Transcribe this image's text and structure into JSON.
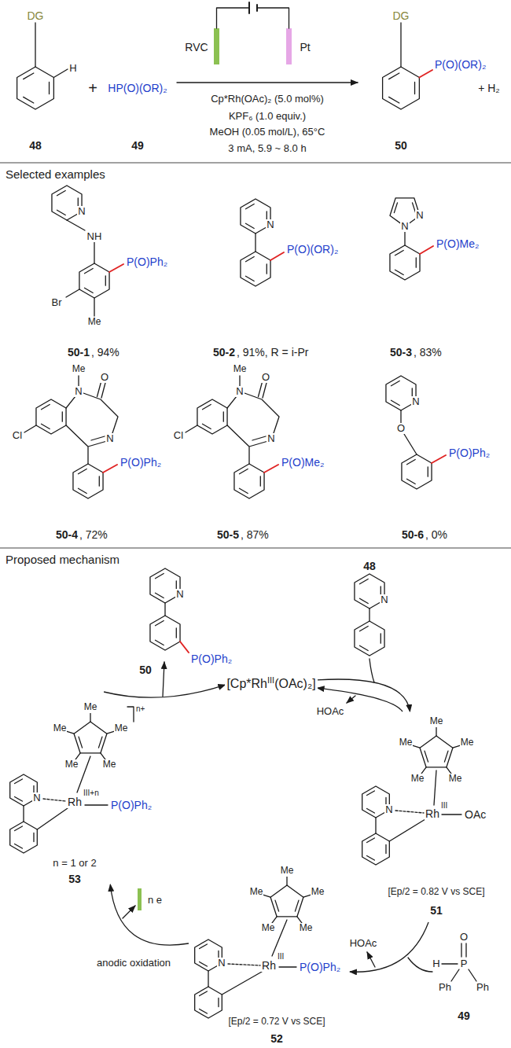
{
  "diagram": {
    "nodes": [
      {
        "text": [
          "[Cp*Rh",
          "III",
          "(OAc)₂]"
        ]
      },
      {
        "text": [
          "Me",
          "Me",
          "Me",
          "Me",
          "Me",
          "N",
          "Rh",
          "III",
          "OAc",
          "[Ep/2 = 0.82 V vs SCE]",
          "51"
        ]
      },
      {
        "text": [
          "Me",
          "Me",
          "Me",
          "Me",
          "Me",
          "N",
          "Rh",
          "III",
          "P(O)Ph₂",
          "[Ep/2 = 0.72 V vs SCE]",
          "52"
        ]
      },
      {
        "text": [
          "Me",
          "Me",
          "Me",
          "Me",
          "Me",
          "n+",
          "N",
          "Rh",
          "III+n",
          "P(O)Ph₂",
          "n = 1 or 2",
          "53"
        ]
      }
    ],
    "edges": [
      {
        "from": 0,
        "to": 1,
        "arrow": "to"
      },
      {
        "from": 1,
        "to": 0,
        "arrow": "to"
      },
      {
        "from": 1,
        "to": 2,
        "arrow": "to"
      },
      {
        "from": 2,
        "to": 3,
        "arrow": "to"
      },
      {
        "from": 3,
        "to": 0,
        "arrow": "to"
      }
    ],
    "labels": [
      "DG",
      "H",
      "48",
      "+",
      "HP(O)(OR)₂",
      "49",
      "RVC",
      "Pt",
      "Cp*Rh(OAc)₂ (5.0 mol%)",
      "KPF₆ (1.0 equiv.)",
      "MeOH (0.05 mol/L), 65°C",
      "3 mA, 5.9 ~ 8.0 h",
      "DG",
      "P(O)(OR)₂",
      "+ H₂",
      "50",
      "Selected examples",
      "N",
      "NH",
      "P(O)Ph₂",
      "Br",
      "Me",
      "50-1",
      ", 94%",
      "N",
      "P(O)(OR)₂",
      "50-2",
      ", 91%, R = i-Pr",
      "N",
      "N",
      "P(O)Me₂",
      "50-3",
      ", 83%",
      "Me",
      "N",
      "O",
      "N",
      "Cl",
      "P(O)Ph₂",
      "50-4",
      ", 72%",
      "Me",
      "N",
      "O",
      "N",
      "Cl",
      "P(O)Me₂",
      "50-5",
      ", 87%",
      "N",
      "O",
      "P(O)Ph₂",
      "50-6",
      ", 0%",
      "Proposed mechanism",
      "N",
      "P(O)Ph₂",
      "50",
      "48",
      "N",
      "HOAc",
      "HOAc",
      "O",
      "H",
      "P",
      "Ph",
      "Ph",
      "49",
      "anodic oxidation",
      "n e"
    ]
  }
}
